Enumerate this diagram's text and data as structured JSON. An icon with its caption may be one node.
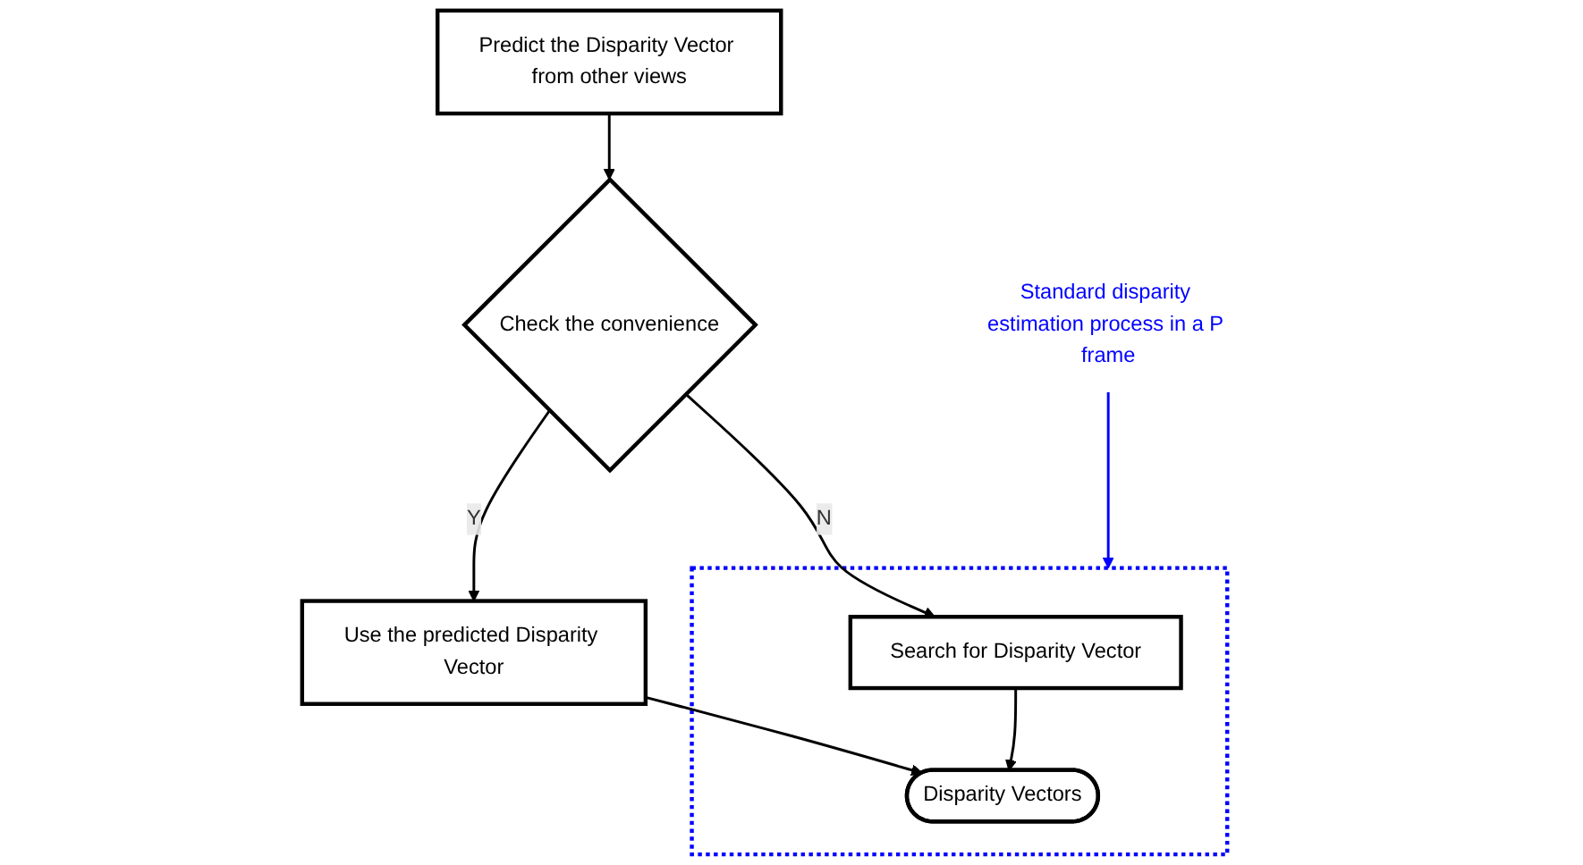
{
  "diagram": {
    "nodes": [
      {
        "text": [
          "Predict the Disparity Vector from other views"
        ]
      },
      {
        "text": [
          "Check the convenience"
        ]
      },
      {
        "text": [],
        "shape": "box"
      },
      {
        "text": [
          "Search for Disparity Vector"
        ],
        "in": 2
      },
      {
        "text": [
          "Use the predicted Disparity Vector"
        ]
      },
      {
        "text": [
          "Disparity Vectors"
        ],
        "in": 2
      },
      {
        "text": [
          "Standard disparity estimation process in a P frame"
        ]
      }
    ],
    "edges": [
      {
        "from": 0,
        "to": 1,
        "arrow": "to"
      },
      {
        "from": 1,
        "to": 3,
        "arrow": "to",
        "label": "N"
      },
      {
        "from": 1,
        "to": 4,
        "arrow": "to",
        "label": "Y"
      },
      {
        "from": 4,
        "to": 5,
        "arrow": "to"
      },
      {
        "from": 3,
        "to": 5,
        "arrow": "to"
      },
      {
        "from": 6,
        "to": 2,
        "arrow": "to",
        "color": "#0000ff"
      }
    ]
  }
}
